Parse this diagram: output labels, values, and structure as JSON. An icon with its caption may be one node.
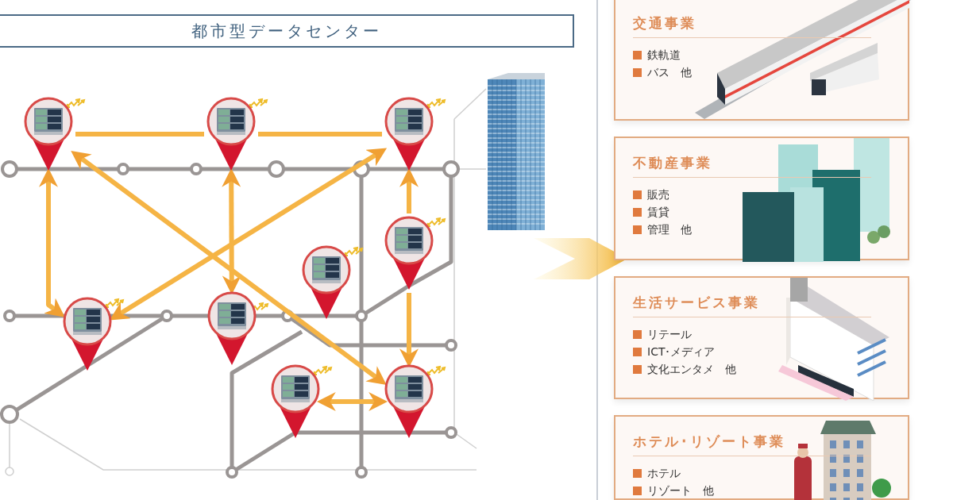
{
  "diagram": {
    "nodes": [
      {
        "text": [
          "都市型データセンター"
        ]
      },
      {
        "text": [],
        "shape": "pin"
      },
      {
        "text": [],
        "shape": "pin"
      },
      {
        "text": [],
        "shape": "pin"
      },
      {
        "text": [],
        "shape": "pin"
      },
      {
        "text": [],
        "shape": "pin"
      },
      {
        "text": [],
        "shape": "pin"
      },
      {
        "text": [],
        "shape": "pin"
      },
      {
        "text": [],
        "shape": "pin"
      },
      {
        "text": [],
        "shape": "pin"
      },
      {
        "text": [
          "交通事業",
          "鉄軌道",
          "バス　他"
        ]
      },
      {
        "text": [
          "不動産事業",
          "販売",
          "賃貸",
          "管理　他"
        ]
      },
      {
        "text": [
          "生活サービス事業",
          "リテール",
          "ICT･メディア",
          "文化エンタメ　他"
        ]
      },
      {
        "text": [
          "ホテル･リゾート事業",
          "ホテル",
          "リゾート　他"
        ]
      }
    ],
    "edges": [
      {
        "from": 1,
        "to": 2,
        "arrow": "none"
      },
      {
        "from": 2,
        "to": 3,
        "arrow": "none"
      },
      {
        "from": 1,
        "to": 6,
        "arrow": "both"
      },
      {
        "from": 2,
        "to": 7,
        "arrow": "both"
      },
      {
        "from": 1,
        "to": 9,
        "arrow": "both"
      },
      {
        "from": 6,
        "to": 3,
        "arrow": "both"
      },
      {
        "from": 4,
        "to": 3,
        "arrow": "to"
      },
      {
        "from": 4,
        "to": 9,
        "arrow": "to"
      },
      {
        "from": 8,
        "to": 9,
        "arrow": "both"
      }
    ]
  }
}
